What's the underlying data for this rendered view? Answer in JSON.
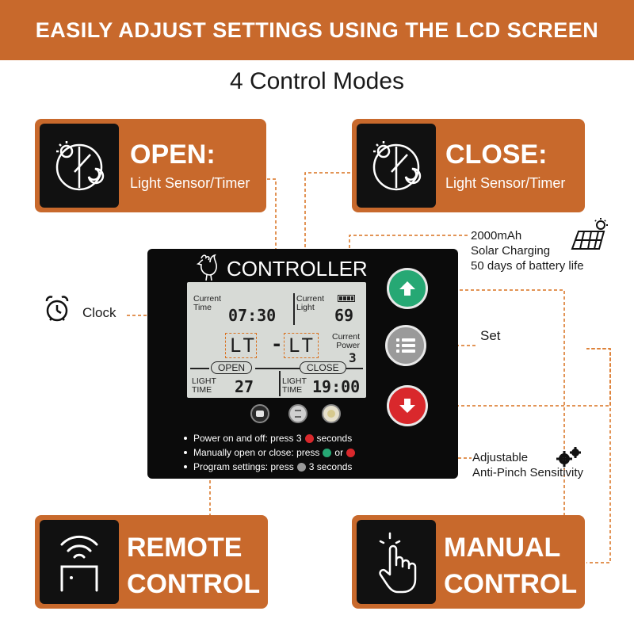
{
  "banner": "EASILY ADJUST SETTINGS USING THE LCD SCREEN",
  "subtitle": "4 Control Modes",
  "open_card": {
    "title": "OPEN:",
    "desc": "Light Sensor/Timer",
    "icon": "day-night-dial-icon"
  },
  "close_card": {
    "title": "CLOSE:",
    "desc": "Light Sensor/Timer",
    "icon": "day-night-dial-icon"
  },
  "remote_card": {
    "line1": "REMOTE",
    "line2": "CONTROL",
    "icon": "wireless-door-icon"
  },
  "manual_card": {
    "line1": "MANUAL",
    "line2": "CONTROL",
    "icon": "hand-tap-icon"
  },
  "controller": {
    "title": "CONTROLLER",
    "lcd": {
      "current_time_label": "Current Time",
      "current_time": "07:30",
      "current_light_label": "Current Light",
      "current_light": "69",
      "mode_left": "LT",
      "mode_sep": "-",
      "mode_right": "LT",
      "current_power_label": "Current Power",
      "current_power": "3",
      "open_label": "OPEN",
      "close_label": "CLOSE",
      "open_sub": "LIGHT TIME",
      "open_value": "27",
      "close_sub": "LIGHT TIME",
      "close_value": "19:00"
    },
    "instructions": [
      {
        "pre": "Power on and off:  press 3",
        "post": "seconds"
      },
      {
        "pre": "Manually open or close:  press",
        "mid": "or",
        "post": ""
      },
      {
        "pre": "Program settings:  press",
        "post": "3 seconds"
      }
    ]
  },
  "callouts": {
    "clock": "Clock",
    "battery_1": "2000mAh",
    "battery_2": "Solar Charging",
    "battery_3": "50 days of battery life",
    "set": "Set",
    "adjust_1": "Adjustable",
    "adjust_2": "Anti-Pinch Sensitivity"
  },
  "colors": {
    "accent": "#c8692c",
    "dashed": "#d9711f",
    "up_button": "#26a874",
    "set_button": "#9a9a9a",
    "down_button": "#d9282c"
  }
}
